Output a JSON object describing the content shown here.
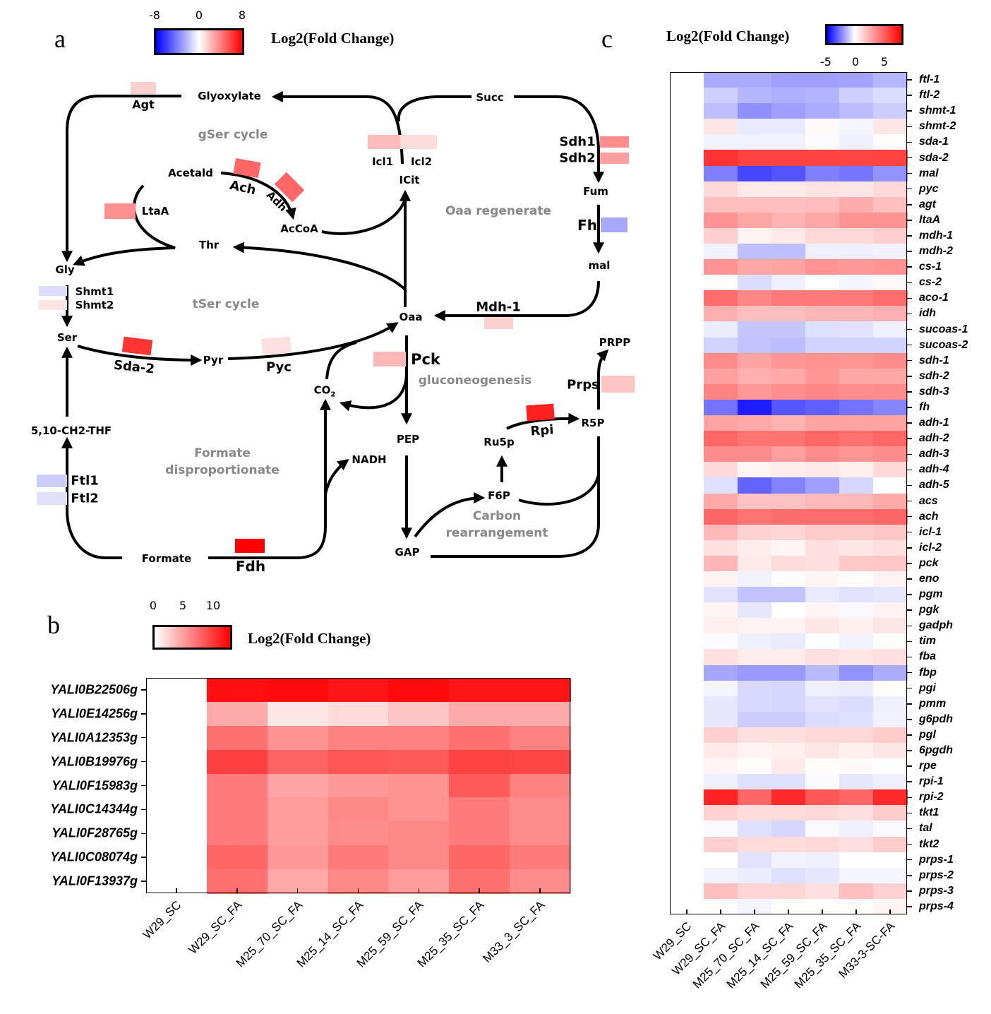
{
  "panel_a": {
    "letter": "a",
    "colorbar": {
      "title": "Log2(Fold Change)",
      "ticks": [
        "-8",
        "0",
        "8"
      ],
      "min_color": "#0000ff",
      "max_color": "#ff0000"
    },
    "cycles": {
      "gser": "gSer cycle",
      "tser": "tSer cycle",
      "oaa": "Oaa regenerate",
      "gluco": "gluconeogenesis",
      "formate_1": "Formate",
      "formate_2": "disproportionate",
      "carbon_1": "Carbon",
      "carbon_2": "rearrangement"
    },
    "metabolites": {
      "glyoxylate": "Glyoxylate",
      "succ": "Succ",
      "icit": "ICit",
      "acetald": "Acetald",
      "accoa": "AcCoA",
      "thr": "Thr",
      "gly": "Gly",
      "ser": "Ser",
      "pyr": "Pyr",
      "oaa": "Oaa",
      "fum": "Fum",
      "mal": "mal",
      "co2": "CO",
      "co2_sub": "2",
      "prpp": "PRPP",
      "r5p": "R5P",
      "ru5p": "Ru5p",
      "pep": "PEP",
      "thf": "5,10-CH2-THF",
      "nadh": "NADH",
      "f6p": "F6P",
      "gap": "GAP",
      "formate": "Formate"
    },
    "enzymes": {
      "agt": {
        "label": "Agt",
        "color": "#fdd0d0"
      },
      "icl1": {
        "label": "Icl1",
        "color": "#fcbcbc"
      },
      "icl2": {
        "label": "Icl2",
        "color": "#fddcdc"
      },
      "ach": {
        "label": "Ach",
        "color": "#ff6666"
      },
      "adh": {
        "label": "Adh",
        "color": "#ff6666"
      },
      "ltaa": {
        "label": "LtaA",
        "color": "#ff9090"
      },
      "shmt1": {
        "label": "Shmt1",
        "color": "#dcdcfc"
      },
      "shmt2": {
        "label": "Shmt2",
        "color": "#fde4e4"
      },
      "sdh1": {
        "label": "Sdh1",
        "color": "#ff8c8c"
      },
      "sdh2": {
        "label": "Sdh2",
        "color": "#ff9e9e"
      },
      "fh": {
        "label": "Fh",
        "color": "#a8a8f8"
      },
      "mdh1": {
        "label": "Mdh-1",
        "color": "#fdd0d0"
      },
      "sda2": {
        "label": "Sda-2",
        "color": "#ff3535"
      },
      "pyc": {
        "label": "Pyc",
        "color": "#fde0e0"
      },
      "pck": {
        "label": "Pck",
        "color": "#ffb8b8"
      },
      "prps": {
        "label": "Prps",
        "color": "#ffc4c4"
      },
      "rpi": {
        "label": "Rpi",
        "color": "#ff2020"
      },
      "ftl1": {
        "label": "Ftl1",
        "color": "#cccdfb"
      },
      "ftl2": {
        "label": "Ftl2",
        "color": "#e0e0fb"
      },
      "fdh": {
        "label": "Fdh",
        "color": "#ff0000"
      }
    }
  },
  "chart_data": [
    {
      "panel": "b",
      "type": "heatmap",
      "title": "Log2(Fold Change)",
      "colorbar_ticks": [
        "0",
        "5",
        "10"
      ],
      "zlim": [
        0,
        12
      ],
      "columns": [
        "W29_SC",
        "W29_SC_FA",
        "M25_70_SC_FA",
        "M25_14_SC_FA",
        "M25_59_SC_FA",
        "M25_35_SC_FA",
        "M33_3_SC_FA"
      ],
      "rows": [
        "YALI0B22506g",
        "YALI0E14256g",
        "YALI0A12353g",
        "YALI0B19976g",
        "YALI0F15983g",
        "YALI0C14344g",
        "YALI0F28765g",
        "YALI0C08074g",
        "YALI0F13937g"
      ],
      "values": [
        [
          0,
          11.3,
          11.5,
          11.0,
          11.5,
          11.0,
          11.0
        ],
        [
          0,
          4.0,
          1.2,
          1.7,
          2.8,
          4.0,
          4.0
        ],
        [
          0,
          6.7,
          5.1,
          5.9,
          5.9,
          6.7,
          5.9
        ],
        [
          0,
          9.0,
          7.3,
          8.0,
          7.7,
          8.9,
          8.7
        ],
        [
          0,
          6.2,
          4.3,
          4.8,
          5.1,
          7.7,
          5.9
        ],
        [
          0,
          6.2,
          4.6,
          5.6,
          5.1,
          6.2,
          5.4
        ],
        [
          0,
          6.2,
          4.6,
          5.4,
          5.6,
          6.2,
          5.4
        ],
        [
          0,
          7.2,
          4.8,
          6.2,
          5.6,
          7.2,
          6.2
        ],
        [
          0,
          6.7,
          4.1,
          5.6,
          4.6,
          6.7,
          5.4
        ]
      ]
    },
    {
      "panel": "c",
      "type": "heatmap",
      "title": "Log2(Fold Change)",
      "colorbar_ticks": [
        "-5",
        "0",
        "5"
      ],
      "zlim": [
        -8,
        8
      ],
      "columns": [
        "W29_SC",
        "W29_SC_FA",
        "M25_70_SC_FA",
        "M25_14_SC_FA",
        "M25_59_SC_FA",
        "M25_35_SC_FA",
        "M33-3-SC-FA"
      ],
      "rows": [
        "ftl-1",
        "ftl-2",
        "shmt-1",
        "shmt-2",
        "sda-1",
        "sda-2",
        "mal",
        "pyc",
        "agt",
        "ltaA",
        "mdh-1",
        "mdh-2",
        "cs-1",
        "cs-2",
        "aco-1",
        "idh",
        "sucoas-1",
        "sucoas-2",
        "sdh-1",
        "sdh-2",
        "sdh-3",
        "fh",
        "adh-1",
        "adh-2",
        "adh-3",
        "adh-4",
        "adh-5",
        "acs",
        "ach",
        "icl-1",
        "icl-2",
        "pck",
        "eno",
        "pgm",
        "pgk",
        "gadph",
        "tim",
        "fba",
        "fbp",
        "pgi",
        "pmm",
        "g6pdh",
        "pgl",
        "6pgdh",
        "rpe",
        "rpi-1",
        "rpi-2",
        "tkt1",
        "tal",
        "tkt2",
        "prps-1",
        "prps-2",
        "prps-3",
        "prps-4"
      ],
      "values": [
        [
          0,
          -2.7,
          -2.7,
          -3.0,
          -3.0,
          -2.9,
          -2.3
        ],
        [
          0,
          -1.5,
          -2.3,
          -2.5,
          -2.4,
          -1.5,
          -1.1
        ],
        [
          0,
          -2.0,
          -3.5,
          -3.0,
          -2.6,
          -2.1,
          -1.6
        ],
        [
          0,
          0.8,
          -0.7,
          -0.7,
          0.2,
          -0.3,
          0.8
        ],
        [
          0,
          -0.4,
          -0.4,
          -0.4,
          -0.1,
          -0.5,
          0.1
        ],
        [
          0,
          6.4,
          5.9,
          5.9,
          5.9,
          5.8,
          5.9
        ],
        [
          0,
          -4.0,
          -5.8,
          -5.4,
          -4.0,
          -4.3,
          -3.4
        ],
        [
          0,
          1.2,
          0.7,
          0.7,
          0.9,
          0.8,
          1.2
        ],
        [
          0,
          2.0,
          2.0,
          2.0,
          2.1,
          2.6,
          2.0
        ],
        [
          0,
          3.4,
          2.8,
          2.4,
          2.8,
          3.4,
          3.4
        ],
        [
          0,
          1.5,
          0.4,
          0.7,
          1.2,
          1.2,
          1.5
        ],
        [
          0,
          -0.4,
          -2.0,
          -2.0,
          -0.5,
          -0.5,
          -0.4
        ],
        [
          0,
          3.4,
          2.8,
          2.9,
          3.4,
          3.2,
          3.4
        ],
        [
          0,
          0.1,
          -1.1,
          -0.5,
          0.0,
          -0.3,
          0.2
        ],
        [
          0,
          4.6,
          3.8,
          4.2,
          4.2,
          4.2,
          4.6
        ],
        [
          0,
          2.5,
          2.0,
          2.0,
          2.3,
          2.3,
          2.5
        ],
        [
          0,
          -0.6,
          -1.8,
          -1.8,
          -1.0,
          -0.9,
          -0.5
        ],
        [
          0,
          -1.4,
          -1.9,
          -2.1,
          -1.4,
          -1.4,
          -1.4
        ],
        [
          0,
          3.6,
          2.9,
          3.3,
          3.4,
          3.3,
          3.6
        ],
        [
          0,
          3.0,
          2.5,
          2.7,
          3.3,
          2.8,
          2.8
        ],
        [
          0,
          3.9,
          3.2,
          3.5,
          3.8,
          3.5,
          3.6
        ],
        [
          0,
          -4.4,
          -7.1,
          -5.3,
          -5.0,
          -4.4,
          -3.8
        ],
        [
          0,
          2.9,
          2.7,
          2.4,
          2.9,
          2.9,
          2.9
        ],
        [
          0,
          4.8,
          4.4,
          4.4,
          4.8,
          4.5,
          4.8
        ],
        [
          0,
          3.6,
          3.6,
          3.0,
          3.6,
          3.3,
          3.6
        ],
        [
          0,
          1.2,
          0.3,
          0.6,
          0.7,
          0.5,
          1.2
        ],
        [
          0,
          -1.0,
          -4.9,
          -3.9,
          -3.0,
          -1.3,
          0.0
        ],
        [
          0,
          2.7,
          1.9,
          1.9,
          2.2,
          2.2,
          2.7
        ],
        [
          0,
          4.8,
          4.4,
          4.6,
          4.6,
          4.6,
          4.8
        ],
        [
          0,
          2.2,
          1.4,
          1.3,
          1.6,
          1.6,
          1.8
        ],
        [
          0,
          1.0,
          0.6,
          0.3,
          1.0,
          0.8,
          1.0
        ],
        [
          0,
          2.3,
          0.7,
          1.1,
          1.0,
          1.7,
          1.8
        ],
        [
          0,
          0.4,
          -0.4,
          -0.1,
          0.3,
          0.1,
          0.4
        ],
        [
          0,
          -0.9,
          -1.9,
          -1.9,
          -0.7,
          -0.9,
          -0.8
        ],
        [
          0,
          0.3,
          -0.8,
          0.0,
          0.3,
          -0.2,
          0.4
        ],
        [
          0,
          0.5,
          0.4,
          0.4,
          0.8,
          0.5,
          0.8
        ],
        [
          0,
          -0.1,
          -0.5,
          -0.7,
          0.0,
          -0.4,
          0.1
        ],
        [
          0,
          1.0,
          0.6,
          0.6,
          1.0,
          0.8,
          1.0
        ],
        [
          0,
          -2.8,
          -3.2,
          -3.2,
          -2.2,
          -3.4,
          -2.6
        ],
        [
          0,
          -0.3,
          -1.2,
          -1.3,
          -0.5,
          -0.6,
          0.1
        ],
        [
          0,
          -0.8,
          -1.2,
          -1.3,
          -0.9,
          -1.1,
          -0.5
        ],
        [
          0,
          -0.8,
          -1.6,
          -1.6,
          -1.1,
          -1.0,
          -0.4
        ],
        [
          0,
          1.5,
          1.0,
          1.0,
          1.2,
          1.2,
          1.6
        ],
        [
          0,
          0.7,
          0.4,
          0.5,
          0.8,
          0.5,
          0.8
        ],
        [
          0,
          0.3,
          0.1,
          0.7,
          0.1,
          0.2,
          0.0
        ],
        [
          0,
          -0.5,
          -1.0,
          -1.0,
          -0.2,
          -0.8,
          -0.5
        ],
        [
          0,
          6.9,
          4.8,
          6.7,
          5.3,
          4.8,
          6.7
        ],
        [
          0,
          1.4,
          1.1,
          1.1,
          1.2,
          1.0,
          1.6
        ],
        [
          0,
          -0.2,
          -1.0,
          -1.3,
          -0.2,
          -0.5,
          -0.2
        ],
        [
          0,
          1.5,
          1.1,
          1.1,
          1.2,
          1.0,
          1.6
        ],
        [
          0,
          0.0,
          -0.9,
          -0.4,
          -0.5,
          0.0,
          0.0
        ],
        [
          0,
          -0.4,
          -0.6,
          -1.0,
          -0.8,
          -0.3,
          -0.3
        ],
        [
          0,
          2.0,
          1.3,
          1.3,
          1.0,
          2.0,
          1.4
        ],
        [
          0,
          0.1,
          -0.3,
          0.1,
          0.1,
          0.1,
          0.3
        ]
      ]
    }
  ],
  "panel_b": {
    "letter": "b"
  },
  "panel_c": {
    "letter": "c"
  }
}
